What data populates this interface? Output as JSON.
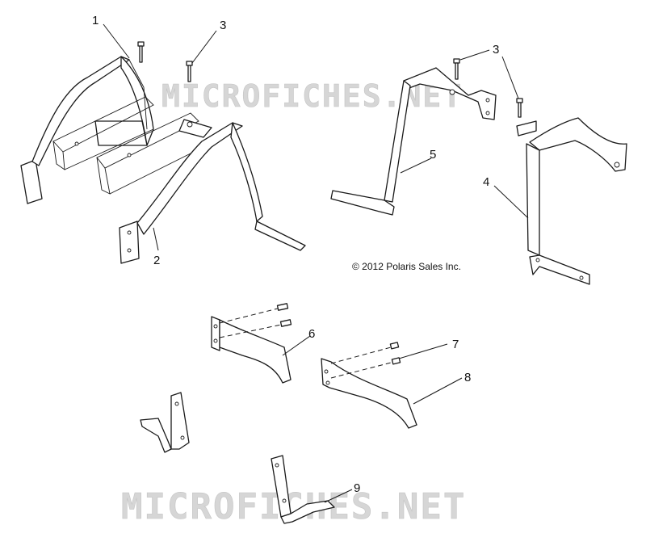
{
  "watermark": {
    "text": "MICROFICHES.NET",
    "color": "#d0d0d0"
  },
  "copyright": "© 2012 Polaris Sales Inc.",
  "callouts": {
    "c1": "1",
    "c2": "2",
    "c3a": "3",
    "c3b": "3",
    "c4": "4",
    "c5": "5",
    "c6": "6",
    "c7": "7",
    "c8": "8",
    "c9": "9"
  }
}
